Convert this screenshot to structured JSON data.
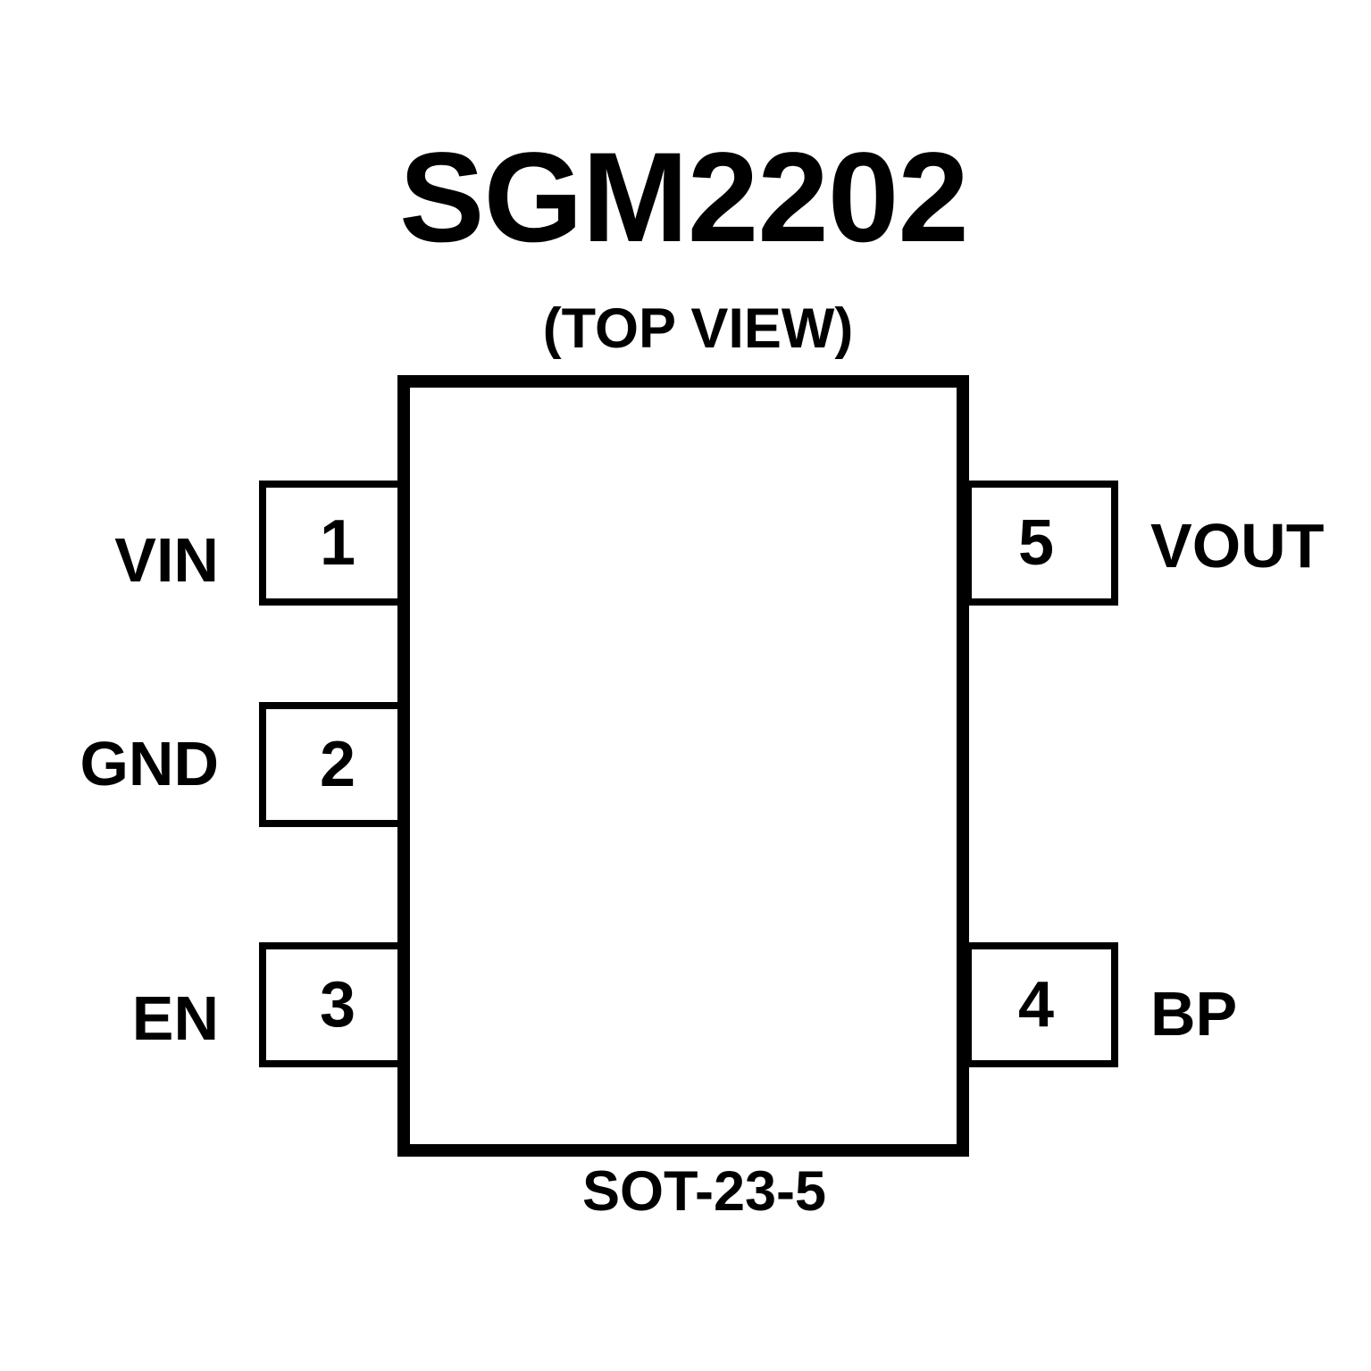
{
  "diagram": {
    "title": "SGM2202",
    "subtitle": "(TOP VIEW)",
    "package": "SOT-23-5",
    "colors": {
      "outline": "#000000",
      "background": "#ffffff",
      "text": "#000000"
    },
    "pins": {
      "left": [
        {
          "number": "1",
          "name": "VIN"
        },
        {
          "number": "2",
          "name": "GND"
        },
        {
          "number": "3",
          "name": "EN"
        }
      ],
      "right": [
        {
          "number": "5",
          "name": "VOUT"
        },
        {
          "number": "4",
          "name": "BP"
        }
      ]
    }
  }
}
